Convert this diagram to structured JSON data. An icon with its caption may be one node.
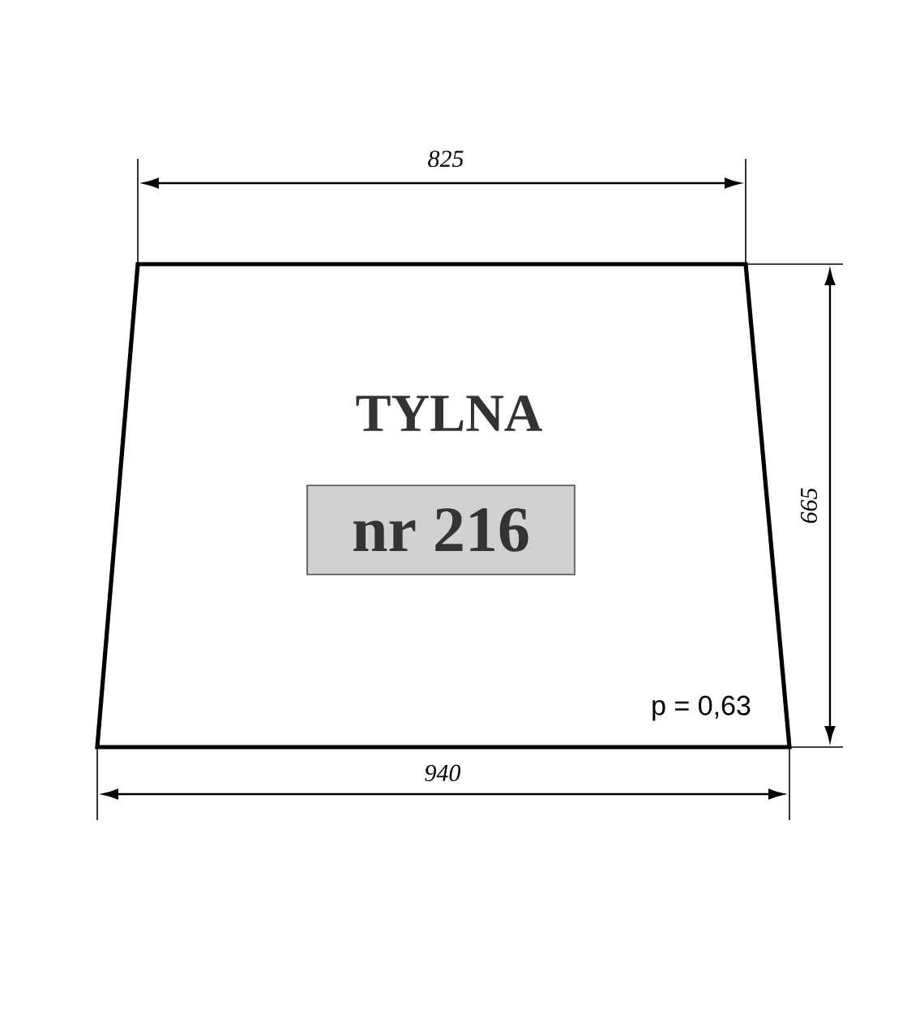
{
  "diagram": {
    "nodes": [
      {
        "text": [
          "TYLNA",
          "p = 0,63"
        ]
      },
      {
        "text": [
          "nr 216"
        ],
        "in": 0
      }
    ],
    "labels": [
      "825",
      "665",
      "940"
    ]
  }
}
